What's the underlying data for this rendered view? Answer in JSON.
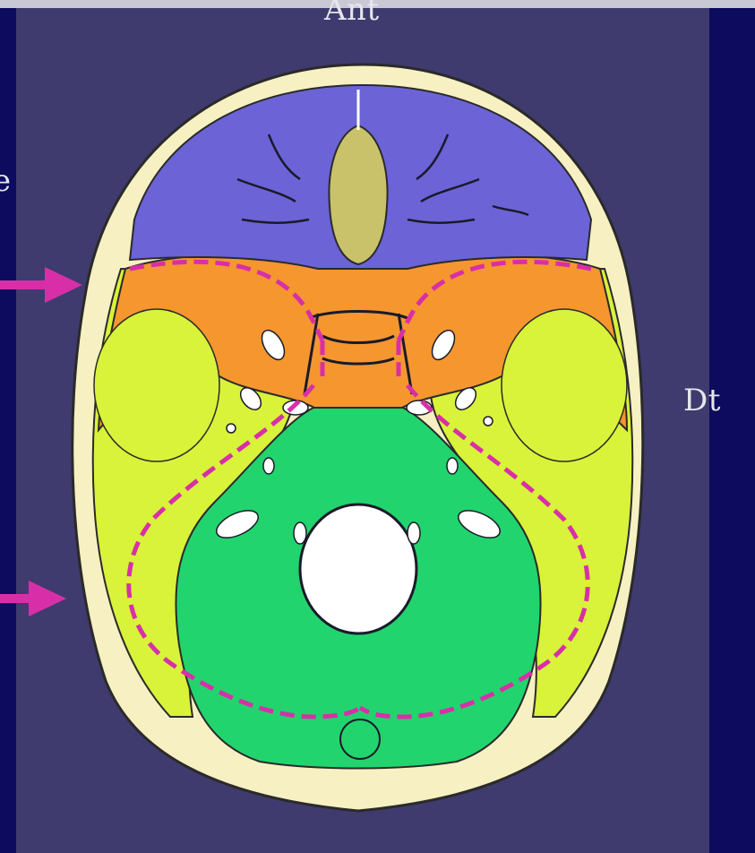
{
  "labels": {
    "anterior": "Ant",
    "right": "Dt",
    "left_edge": "e"
  },
  "colors": {
    "background": "#3f3b6e",
    "outer_frame": "#0d0b5e",
    "skull_bone": "#f7f0c2",
    "anterior_fossa": "#6b63d6",
    "middle_fossa": "#f5962f",
    "temporal_region": "#d9f23a",
    "posterior_fossa": "#22d46e",
    "boundary_lines": "#d82fa8",
    "arrows": "#d82fa8",
    "crista_galli": "#c9c26a"
  },
  "arrows": [
    "arrow-middle-fossa",
    "arrow-posterior-fossa"
  ]
}
